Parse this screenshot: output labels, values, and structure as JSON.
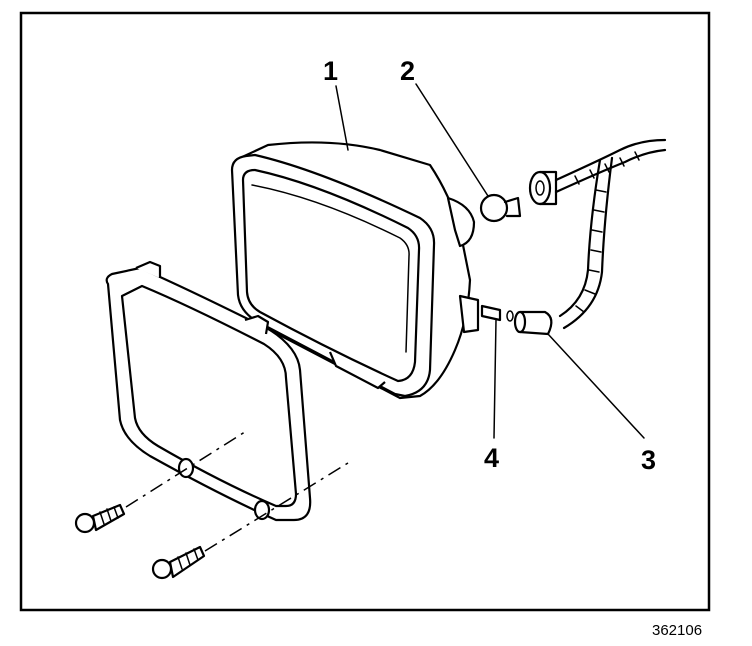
{
  "callouts": {
    "c1": "1",
    "c2": "2",
    "c3": "3",
    "c4": "4"
  },
  "figure_id": "362106",
  "colors": {
    "ink": "#000000",
    "paper": "#ffffff"
  }
}
